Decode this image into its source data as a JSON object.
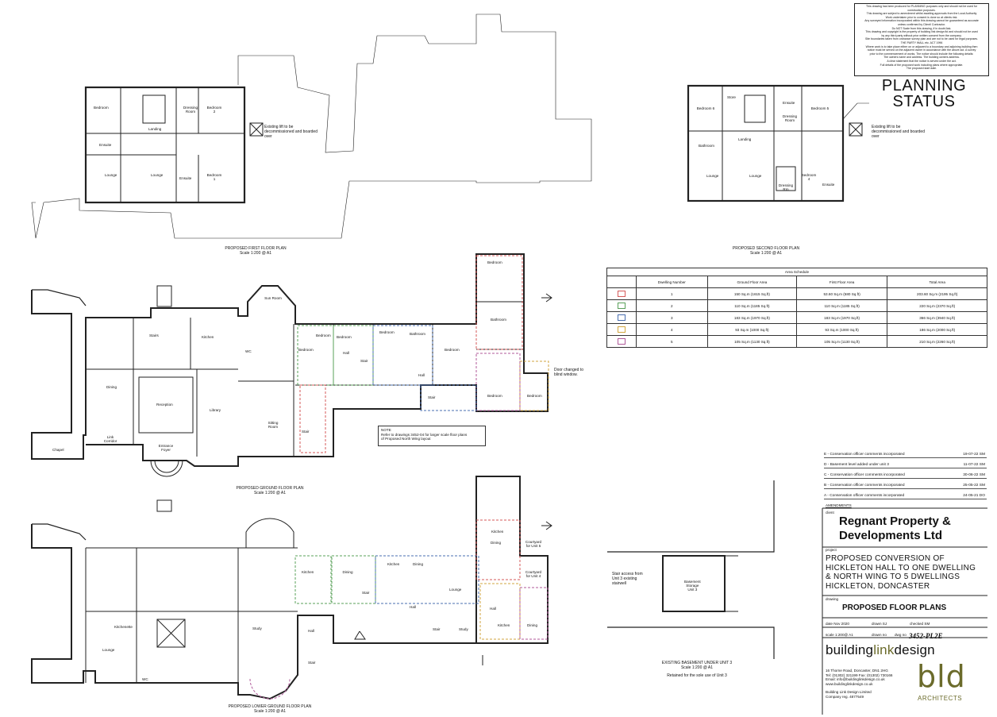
{
  "disclaimer_lines": [
    "This drawing has been produced for PLANNING purposes only and should not be used for",
    "construction purposes.",
    "This drawing are subject to amendment whilst awaiting approvals from the Local Authority",
    "Work undertaken prior to consent is done so at clients risk.",
    "Any surveyed information incorporated within this drawing cannot be guaranteed as accurate",
    "unless confirmed by Client/ Contractor.",
    "Do NOT Scale from this drawing, if in doubt Ask.",
    "This drawing and copyright is the property of building link design ltd and should not be used",
    "by any third party without prior written consent from the company.",
    "Site boundaries taken from ordnance survey plan and are not to be used for legal purposes.",
    "THE PARTY WALL etc. ACT 1996",
    "Where work is to take place either on or adjacent to a boundary and adjoining building then",
    "notice must be served on the adjacent owner in accordance with the above act. A survey",
    "prior to the commencement of works. The notice should include the following details:",
    "The owners name and address. The building owners address.",
    "A clear statement that the notice is served under the act.",
    "Full details of the proposed work including plans where appropriate.",
    "The proposed start date."
  ],
  "planning_status": [
    "PLANNING",
    "STATUS"
  ],
  "plans": {
    "first_floor": {
      "title": "PROPOSED FIRST FLOOR PLAN",
      "scale": "Scale 1:200 @ A1",
      "note": [
        "Existing lift to be",
        "decommissioned and boarded",
        "over"
      ],
      "rooms": [
        "Bedroom",
        "Dressing Room",
        "Bedroom 2",
        "Landing",
        "Ensuite",
        "Lounge",
        "Lounge",
        "Ensuite",
        "Bedroom 1"
      ]
    },
    "second_floor": {
      "title": "PROPOSED SECOND FLOOR PLAN",
      "scale": "Scale 1:200 @ A1",
      "note": [
        "Existing lift to be",
        "decommissioned and boarded",
        "over"
      ],
      "rooms": [
        "Bedroom 6",
        "Store",
        "Ensuite",
        "Bedroom 5",
        "Dressing Room",
        "Bathroom",
        "Landing",
        "Lounge",
        "Lounge",
        "Dressing Rm",
        "Bedroom 4",
        "Ensuite"
      ]
    },
    "ground_floor": {
      "title": "PROPOSED GROUND FLOOR PLAN",
      "scale": "Scale 1:200 @ A1",
      "rooms": [
        "Sun Room",
        "Stairs",
        "Kitchen",
        "WC",
        "Dining",
        "Reception",
        "Library",
        "Sitting Room",
        "Link Corridor",
        "Chapel",
        "Entrance Foyer",
        "Bedroom",
        "Bedroom",
        "Hall",
        "Stair",
        "Bedroom",
        "Bedroom",
        "Bathroom",
        "Bedroom",
        "Bathroom",
        "Hall",
        "Stair",
        "Bedroom",
        "Bedroom",
        "Bedroom",
        "Stair"
      ],
      "door_note": [
        "Door changed to",
        "blind window."
      ],
      "note": {
        "head": "NOTE",
        "body": [
          "Refer to drawings 3452-04 for larger scale floor plans",
          "of Proposed North Wing layout"
        ]
      }
    },
    "lower_ground": {
      "title": "PROPOSED LOWER GROUND FLOOR PLAN",
      "scale": "Scale 1:200 @ A1",
      "rooms": [
        "Kitchen",
        "Dining",
        "Stair",
        "Kitchen",
        "Dining",
        "Lounge",
        "Hall",
        "Lounge",
        "Kitchenette",
        "WC",
        "Study",
        "Hall",
        "Stair",
        "Study",
        "Stair",
        "Kitchen",
        "Dining",
        "Courtyard for Unit 5",
        "Courtyard for Unit 4",
        "Hall",
        "Kitchen",
        "Dining"
      ]
    },
    "basement": {
      "title": "EXISTING BASEMENT UNDER UNIT 3",
      "scale": "Scale 1:200 @ A1",
      "note": "Retained for the sole use of Unit 3",
      "stair_note": [
        "Stair access from",
        "Unit 3 existing",
        "stairwell"
      ],
      "room": [
        "Basement",
        "Storage",
        "Unit 3"
      ]
    }
  },
  "area_schedule": {
    "title": "Area Schedule",
    "headers": [
      "Dwelling Number",
      "Ground Floor Area",
      "First Floor Area",
      "Total Area"
    ],
    "rows": [
      {
        "color": "#d65a5a",
        "n": "1",
        "ground": "150 Sq.m (1615 Sq.ft)",
        "first": "53.60 Sq.m (580 Sq.ft)",
        "total": "203.60 Sq.m (2195 Sq.ft)"
      },
      {
        "color": "#5aa05a",
        "n": "2",
        "ground": "110 Sq.m (1185 Sq.ft)",
        "first": "110 Sq.m (1185 Sq.ft)",
        "total": "220 Sq.m (2370 Sq.ft)"
      },
      {
        "color": "#4a6fb0",
        "n": "3",
        "ground": "183 Sq.m (1970 Sq.ft)",
        "first": "183 Sq.m (1970 Sq.ft)",
        "total": "366 Sq.m (3940 Sq.ft)"
      },
      {
        "color": "#d2a640",
        "n": "4",
        "ground": "93 Sq.m (1000 Sq.ft)",
        "first": "93 Sq.m (1000 Sq.ft)",
        "total": "186 Sq.m (2000 Sq.ft)"
      },
      {
        "color": "#b05a9a",
        "n": "5",
        "ground": "105 Sq.m (1130 Sq.ft)",
        "first": "105 Sq.m (1130 Sq.ft)",
        "total": "210 Sq.m (2260 Sq.ft)"
      }
    ]
  },
  "amendments": {
    "heading": "AMENDMENTS",
    "items": [
      {
        "text": "E - Conservation officer comments incorporated",
        "date": "19-07-22 SM"
      },
      {
        "text": "D - Basement level added under unit 3",
        "date": "11-07-22 SM"
      },
      {
        "text": "C - Conservation officer comments incorporated",
        "date": "30-06-22 SM"
      },
      {
        "text": "B - Conservation officer comments incorporated",
        "date": "25-05-22 SM"
      },
      {
        "text": "A - Conservation officer comments incorporated",
        "date": "24-05-21 DO"
      }
    ]
  },
  "title_block": {
    "client_label": "client",
    "client": [
      "Regnant Property &",
      "Developments Ltd"
    ],
    "project_label": "project",
    "project": [
      "PROPOSED CONVERSION OF",
      "HICKLETON HALL TO ONE DWELLING",
      "& NORTH WING TO 5 DWELLINGS",
      "HICKLETON, DONCASTER"
    ],
    "drawing_label": "drawing",
    "drawing": "PROPOSED FLOOR PLANS",
    "date": "date Nov 2020",
    "drawn": "drawn SJ",
    "checked": "checked SM",
    "scale": "scale 1:200@ A1",
    "drawn_no": "drawn no",
    "dwg_label": "dwg no",
    "dwg_no": "3452-PL2E",
    "brand_a": "building",
    "brand_b": "link",
    "brand_c": "design",
    "address": [
      "16 Thorne Road, Doncaster, DN1 2HG",
      "Tel: (01302) 321199  Fax: (01302) 730166",
      "Email: info@buildinglinkdesign.co.uk",
      "www.buildinglinkdesign.co.uk",
      "",
      "Building Link Design Limited",
      "Company reg. 4877549"
    ],
    "logo": "bld",
    "logo_sub": "ARCHITECTS"
  }
}
